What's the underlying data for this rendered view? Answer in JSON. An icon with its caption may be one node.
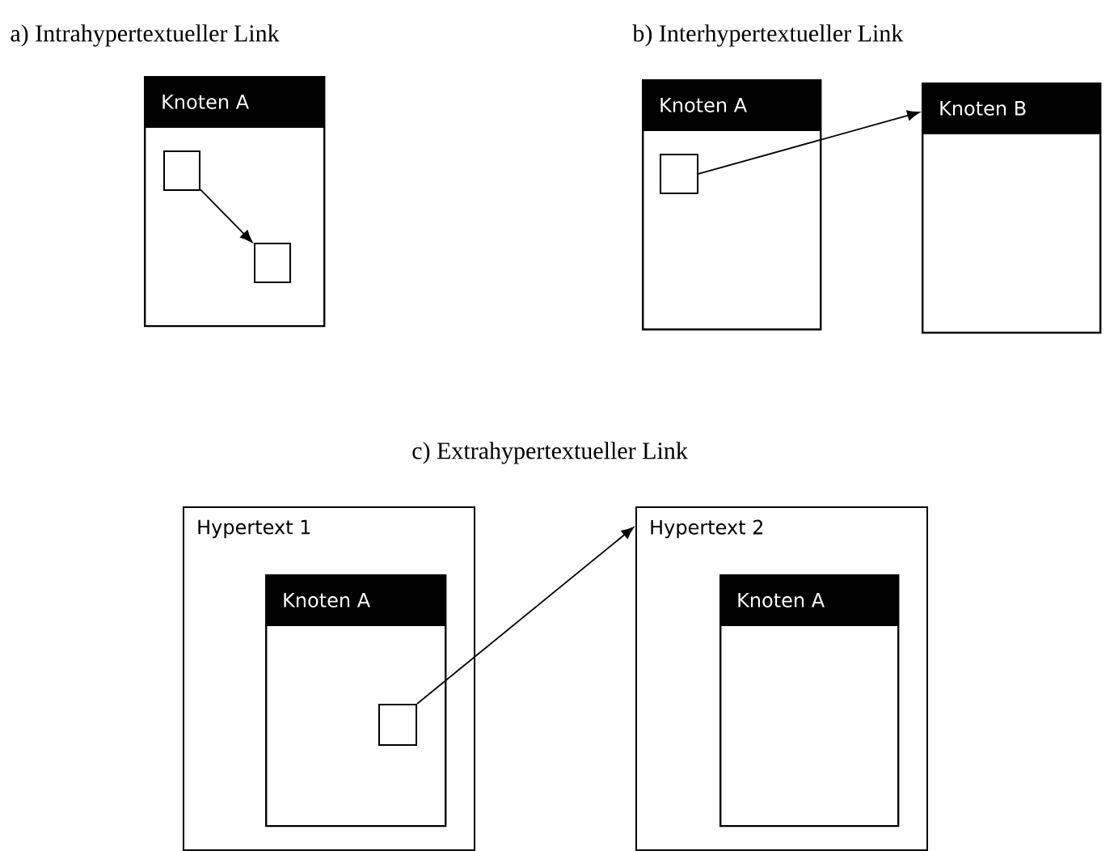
{
  "diagram": {
    "nodes": [
      {
        "text": [
          "Knoten A"
        ]
      },
      {
        "text": [],
        "shape": "box",
        "in": 0
      },
      {
        "text": [],
        "shape": "box",
        "in": 0
      },
      {
        "text": [
          "Knoten A"
        ]
      },
      {
        "text": [],
        "shape": "box",
        "in": 3
      },
      {
        "text": [
          "Knoten B"
        ]
      },
      {
        "text": [
          "Hypertext 1"
        ]
      },
      {
        "text": [
          "Knoten A"
        ],
        "in": 6
      },
      {
        "text": [],
        "shape": "box",
        "in": 7
      },
      {
        "text": [
          "Hypertext 2"
        ]
      },
      {
        "text": [
          "Knoten A"
        ],
        "in": 9
      }
    ],
    "edges": [
      {
        "from": 1,
        "to": 2,
        "arrow": "to"
      },
      {
        "from": 4,
        "to": 5,
        "arrow": "to"
      },
      {
        "from": 8,
        "to": 9,
        "arrow": "to"
      }
    ],
    "labels": [
      "a) Intrahypertextueller Link",
      "b) Interhypertextueller Link",
      "c) Extrahypertextueller Link"
    ]
  }
}
